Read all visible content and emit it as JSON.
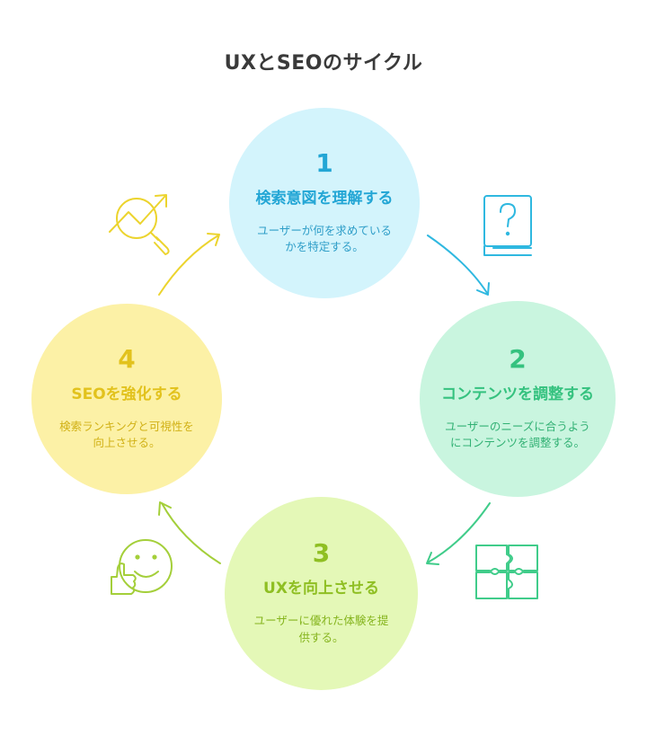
{
  "title": "UXとSEOのサイクル",
  "steps": [
    {
      "num": "1",
      "heading": "検索意図を理解する",
      "desc": "ユーザーが何を求めているかを特定する。",
      "color": "#23a6d5",
      "bg": "#d3f4fc",
      "icon": "question-book-icon"
    },
    {
      "num": "2",
      "heading": "コンテンツを調整する",
      "desc": "ユーザーのニーズに合うようにコンテンツを調整する。",
      "color": "#35c27f",
      "bg": "#c9f5df",
      "icon": "puzzle-icon"
    },
    {
      "num": "3",
      "heading": "UXを向上させる",
      "desc": "ユーザーに優れた体験を提供する。",
      "color": "#8fbf23",
      "bg": "#e4f8b7",
      "icon": "thumbs-up-smiley-icon"
    },
    {
      "num": "4",
      "heading": "SEOを強化する",
      "desc": "検索ランキングと可視性を向上させる。",
      "color": "#e2c21d",
      "bg": "#fcf1a6",
      "icon": "magnifier-trend-icon"
    }
  ]
}
